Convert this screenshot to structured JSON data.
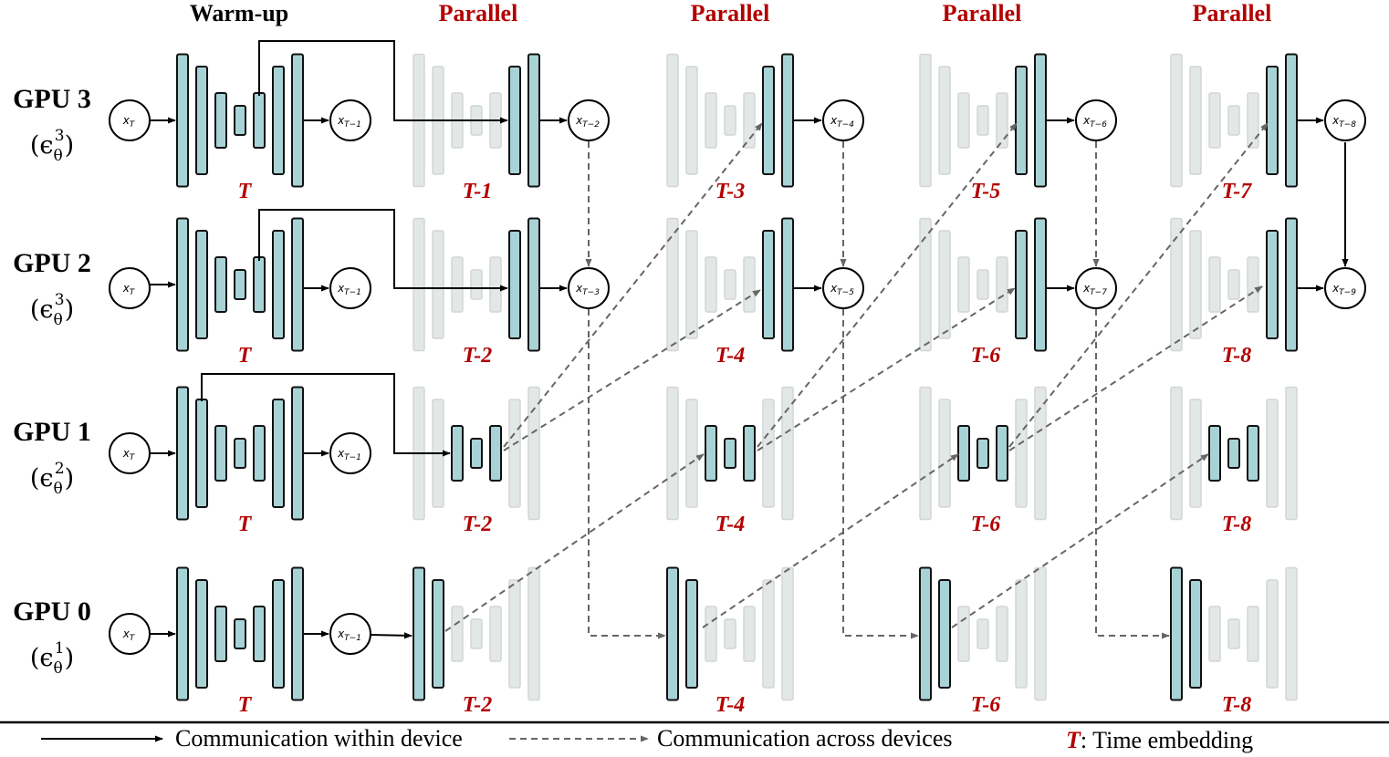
{
  "headers": [
    "Warm-up",
    "Parallel",
    "Parallel",
    "Parallel",
    "Parallel"
  ],
  "gpus": [
    {
      "name": "GPU 3",
      "eps": "(ϵ",
      "sup": "3",
      "sub": "θ",
      "close": ")"
    },
    {
      "name": "GPU 2",
      "eps": "(ϵ",
      "sup": "3",
      "sub": "θ",
      "close": ")"
    },
    {
      "name": "GPU 1",
      "eps": "(ϵ",
      "sup": "2",
      "sub": "θ",
      "close": ")"
    },
    {
      "name": "GPU 0",
      "eps": "(ϵ",
      "sup": "1",
      "sub": "θ",
      "close": ")"
    }
  ],
  "time_labels": [
    [
      "T",
      "T-1",
      "T-3",
      "T-5",
      "T-7"
    ],
    [
      "T",
      "T-2",
      "T-4",
      "T-6",
      "T-8"
    ],
    [
      "T",
      "T-2",
      "T-4",
      "T-6",
      "T-8"
    ],
    [
      "T",
      "T-2",
      "T-4",
      "T-6",
      "T-8"
    ]
  ],
  "nodes": {
    "xT": "x",
    "xT_sub": "T",
    "gpu3": [
      {
        "base": "x",
        "sub": "T"
      },
      {
        "base": "x",
        "sub": "T−1"
      },
      {
        "base": "x",
        "sub": "T−2"
      },
      {
        "base": "x",
        "sub": "T−4"
      },
      {
        "base": "x",
        "sub": "T−6"
      },
      {
        "base": "x",
        "sub": "T−8"
      }
    ],
    "gpu2": [
      {
        "base": "x",
        "sub": "T"
      },
      {
        "base": "x",
        "sub": "T−1"
      },
      {
        "base": "x",
        "sub": "T−3"
      },
      {
        "base": "x",
        "sub": "T−5"
      },
      {
        "base": "x",
        "sub": "T−7"
      },
      {
        "base": "x",
        "sub": "T−9"
      }
    ],
    "gpu1": [
      {
        "base": "x",
        "sub": "T"
      },
      {
        "base": "x",
        "sub": "T−1"
      }
    ],
    "gpu0": [
      {
        "base": "x",
        "sub": "T"
      },
      {
        "base": "x",
        "sub": "T−1"
      }
    ]
  },
  "legend": {
    "within": "Communication within device",
    "across": "Communication across devices",
    "t_symbol": "T",
    "t_desc": ": Time embedding"
  },
  "colors": {
    "block_fill": "#a8d3d6",
    "block_faded": "#e3e7e7",
    "block_faded_stroke": "#d2d6d6",
    "time_label": "#b30000",
    "dashed": "#666666",
    "header_warmup": "#000000",
    "header_parallel": "#b30000"
  }
}
